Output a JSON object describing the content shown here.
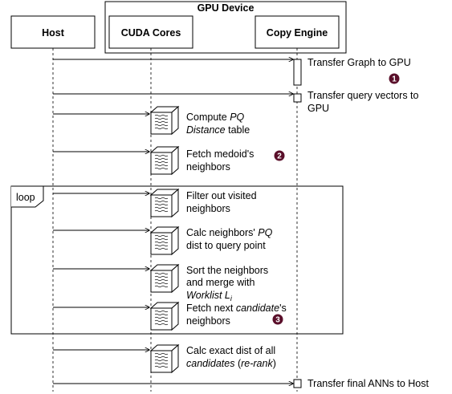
{
  "group": {
    "title": "GPU Device"
  },
  "lifelines": {
    "host": "Host",
    "cuda": "CUDA Cores",
    "copy": "Copy Engine"
  },
  "loop": {
    "label": "loop"
  },
  "messages": {
    "transfer_graph": "Transfer Graph  to GPU",
    "transfer_query_1": "Transfer query vectors to",
    "transfer_query_2": "GPU",
    "compute_pq_1a": "Compute ",
    "compute_pq_1b": "PQ",
    "compute_pq_2a": "Distance",
    "compute_pq_2b": " table",
    "fetch_medoid_1": "Fetch medoid's",
    "fetch_medoid_2": "neighbors",
    "filter_1": "Filter out visited",
    "filter_2": "neighbors",
    "calc_pq_1a": "Calc neighbors' ",
    "calc_pq_1b": "PQ",
    "calc_pq_2": "dist to query point",
    "sort_1": "Sort the neighbors",
    "sort_2": "and merge with",
    "sort_3a": "Worklist L",
    "sort_3b": "i",
    "fetch_next_1a": "Fetch next ",
    "fetch_next_1b": "candidate",
    "fetch_next_1c": "'s",
    "fetch_next_2": "neighbors",
    "exact_1": "Calc exact dist of all",
    "exact_2a": "candidates",
    "exact_2b": " (",
    "exact_2c": "re-rank",
    "exact_2d": ")",
    "transfer_final": "Transfer final ANNs to Host"
  },
  "markers": [
    "1",
    "2",
    "3"
  ],
  "colors": {
    "marker_fill": "#5a0f2a",
    "line": "#000000"
  },
  "icons": {
    "kernel": "gpu-kernel-icon"
  }
}
